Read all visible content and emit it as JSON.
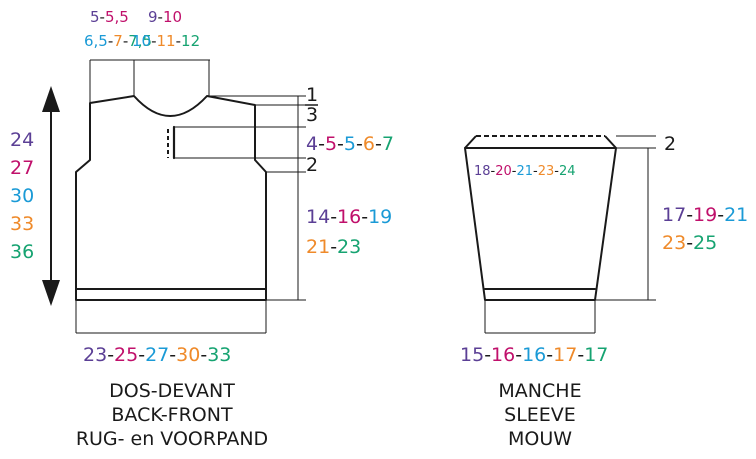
{
  "colors": {
    "purple": "#5b3f95",
    "magenta": "#c0106b",
    "blue": "#1a9ad6",
    "orange": "#ef8a2a",
    "green": "#16a371",
    "line": "#1a1a1a"
  },
  "body_piece": {
    "shoulder_width": {
      "row1": [
        "5",
        "5,5"
      ],
      "row2": [
        "6,5",
        "7",
        "7,5"
      ]
    },
    "neck_width": {
      "row1": [
        "9",
        "10"
      ],
      "row2": [
        "10",
        "11",
        "12"
      ]
    },
    "neck_drop_a": "1",
    "neck_drop_b": "3",
    "placket_depth": [
      "4",
      "5",
      "5",
      "6",
      "7"
    ],
    "armhole_gap": "2",
    "side_length": {
      "row1": [
        "14",
        "16",
        "19"
      ],
      "row2": [
        "21",
        "23"
      ]
    },
    "total_length": [
      "24",
      "27",
      "30",
      "33",
      "36"
    ],
    "width": [
      "23",
      "25",
      "27",
      "30",
      "33"
    ],
    "caption": [
      "DOS-DEVANT",
      "BACK-FRONT",
      "RUG- en VOORPAND"
    ]
  },
  "sleeve_piece": {
    "cap_depth": "2",
    "top_width": [
      "18",
      "20",
      "21",
      "23",
      "24"
    ],
    "length": {
      "row1": [
        "17",
        "19",
        "21"
      ],
      "row2": [
        "23",
        "25"
      ]
    },
    "bottom_width": [
      "15",
      "16",
      "16",
      "17",
      "17"
    ],
    "caption": [
      "MANCHE",
      "SLEEVE",
      "MOUW"
    ]
  }
}
